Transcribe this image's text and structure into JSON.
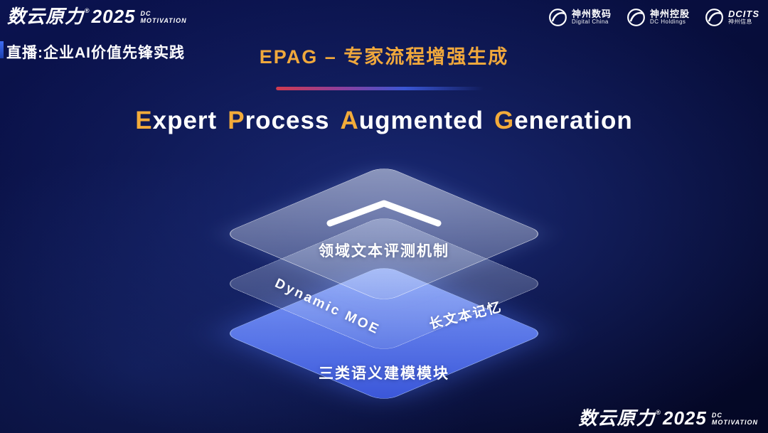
{
  "colors": {
    "background_center": "#1c2c74",
    "background_edge": "#040724",
    "accent_gold": "#f0a83c",
    "divider_red": "#d23b4e",
    "divider_blue": "#3a56d4",
    "layer_blue": "#4a66ec",
    "glass_white": "#ecf3ff"
  },
  "brand": {
    "name": "数云原力",
    "reg": "®",
    "year": "2025",
    "tag_line1": "DC",
    "tag_line2": "MOTIVATION"
  },
  "header": {
    "live_label": "直播:企业AI价值先锋实践",
    "slide_title": "EPAG – 专家流程增强生成",
    "partners": [
      {
        "name": "神州数码",
        "subtitle": "Digital China"
      },
      {
        "name": "神州控股",
        "subtitle": "DC Holdings"
      },
      {
        "name": "DCITS",
        "subtitle": "神州信息"
      }
    ]
  },
  "heading": {
    "words": [
      {
        "cap": "E",
        "rest": "xpert"
      },
      {
        "cap": "P",
        "rest": "rocess"
      },
      {
        "cap": "A",
        "rest": "ugmented"
      },
      {
        "cap": "G",
        "rest": "eneration"
      }
    ]
  },
  "diagram": {
    "top_layer_label": "领域文本评测机制",
    "middle_left_label": "Dynamic MOE",
    "middle_right_label": "长文本记忆",
    "bottom_layer_label": "三类语义建模模块"
  },
  "footer": {
    "name": "数云原力",
    "reg": "®",
    "year": "2025",
    "tag_line1": "DC",
    "tag_line2": "MOTIVATION"
  }
}
